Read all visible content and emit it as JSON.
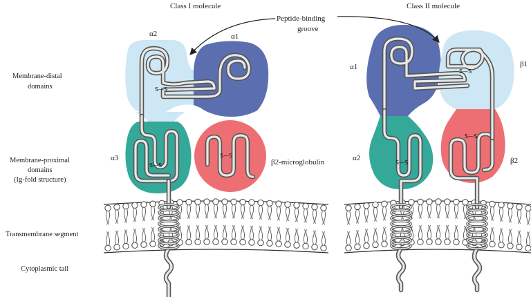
{
  "labels": {
    "class1_title": "Class I molecule",
    "class2_title": "Class II molecule",
    "groove_line1": "Peptide-binding",
    "groove_line2": "groove",
    "distal_line1": "Membrane-distal",
    "distal_line2": "domains",
    "proximal_line1": "Membrane-proximal",
    "proximal_line2": "domains",
    "proximal_line3": "(Ig-fold structure)",
    "transmembrane": "Transmembrane segment",
    "cytoplasmic": "Cytoplasmic tail",
    "class1_alpha1": "α1",
    "class1_alpha2": "α2",
    "class1_alpha3": "α3",
    "class1_b2m": "β2-microglobulin",
    "class2_alpha1": "α1",
    "class2_alpha2": "α2",
    "class2_beta1": "β1",
    "class2_beta2": "β2",
    "disulfide": "S—S"
  },
  "colors": {
    "alpha1_domain": "#5b6fb0",
    "alpha2_domain_c1": "#cde7f5",
    "alpha3_domain": "#34a99a",
    "b2m_domain": "#ee6f73",
    "beta1_domain": "#cde7f5",
    "beta2_domain": "#ee6f73",
    "chain": "#555555",
    "chain_inner": "#e8e8e8"
  }
}
